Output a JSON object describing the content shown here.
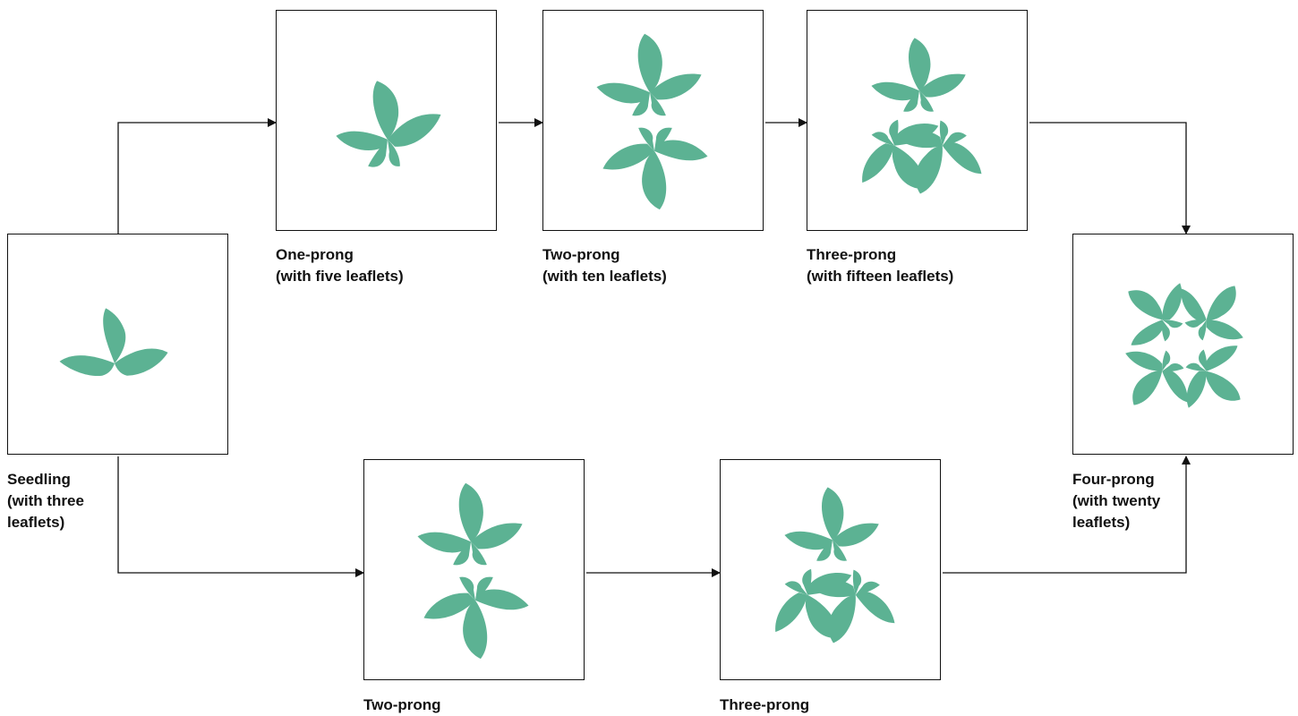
{
  "colors": {
    "leaf": "#5cb293",
    "border": "#111111",
    "arrow": "#111111"
  },
  "nodes": [
    {
      "id": "seedling",
      "title": "Seedling",
      "subtitle_lines": [
        "(with three",
        "leaflets)"
      ],
      "leaflets": 3,
      "icon": "seedling-plant-icon"
    },
    {
      "id": "one-prong",
      "title": "One-prong",
      "subtitle_lines": [
        "(with five leaflets)"
      ],
      "leaflets": 5,
      "icon": "one-prong-plant-icon"
    },
    {
      "id": "two-prong-top",
      "title": "Two-prong",
      "subtitle_lines": [
        "(with ten leaflets)"
      ],
      "leaflets": 10,
      "icon": "two-prong-plant-icon"
    },
    {
      "id": "three-prong-top",
      "title": "Three-prong",
      "subtitle_lines": [
        "(with fifteen leaflets)"
      ],
      "leaflets": 15,
      "icon": "three-prong-plant-icon"
    },
    {
      "id": "four-prong",
      "title": "Four-prong",
      "subtitle_lines": [
        "(with twenty",
        "leaflets)"
      ],
      "leaflets": 20,
      "icon": "four-prong-plant-icon"
    },
    {
      "id": "two-prong-bottom",
      "title": "Two-prong",
      "subtitle_lines": [],
      "leaflets": 10,
      "icon": "two-prong-plant-icon"
    },
    {
      "id": "three-prong-bottom",
      "title": "Three-prong",
      "subtitle_lines": [],
      "leaflets": 15,
      "icon": "three-prong-plant-icon"
    }
  ],
  "edges": [
    {
      "from": "seedling",
      "to": "one-prong"
    },
    {
      "from": "one-prong",
      "to": "two-prong-top"
    },
    {
      "from": "two-prong-top",
      "to": "three-prong-top"
    },
    {
      "from": "three-prong-top",
      "to": "four-prong"
    },
    {
      "from": "seedling",
      "to": "two-prong-bottom"
    },
    {
      "from": "two-prong-bottom",
      "to": "three-prong-bottom"
    },
    {
      "from": "three-prong-bottom",
      "to": "four-prong"
    }
  ]
}
